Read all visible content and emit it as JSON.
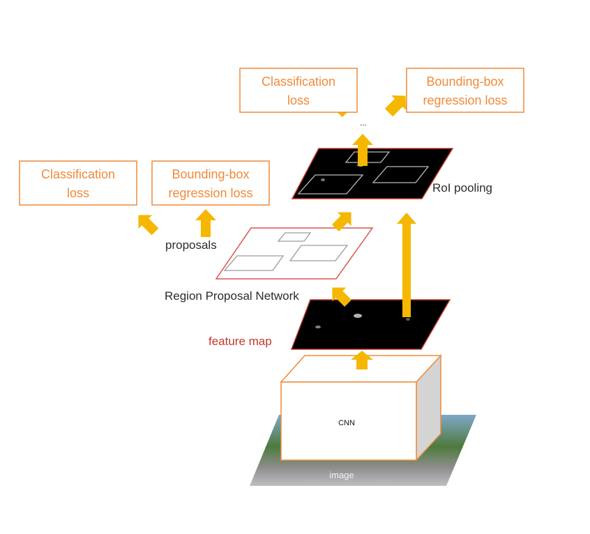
{
  "top_losses": {
    "classification_line1": "Classification",
    "classification_line2": "loss",
    "bbox_line1": "Bounding-box",
    "bbox_line2": "regression loss"
  },
  "rpn_losses": {
    "classification_line1": "Classification",
    "classification_line2": "loss",
    "bbox_line1": "Bounding-box",
    "bbox_line2": "regression loss"
  },
  "labels": {
    "ellipsis": "...",
    "roi_pooling": "RoI pooling",
    "proposals": "proposals",
    "rpn": "Region Proposal Network",
    "feature_map": "feature map",
    "cnn": "CNN",
    "image": "image"
  },
  "colors": {
    "orange": "#ef8a3a",
    "arrow": "#f5b700",
    "feature_border": "#c0392b",
    "proposal_border": "#d9534f"
  }
}
